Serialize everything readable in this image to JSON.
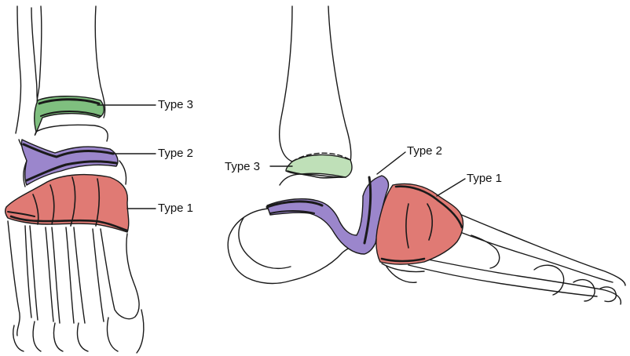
{
  "figure": {
    "colors": {
      "type1": "#e07a74",
      "type2": "#9b86cc",
      "type3_dorsal": "#7fbf7f",
      "type3_lateral": "#bfe0b8",
      "outline": "#1a1a1a"
    },
    "dorsal_view": {
      "labels": {
        "type3": "Type 3",
        "type2": "Type 2",
        "type1": "Type 1"
      }
    },
    "lateral_view": {
      "labels": {
        "type3": "Type 3",
        "type2": "Type 2",
        "type1": "Type 1"
      }
    }
  }
}
